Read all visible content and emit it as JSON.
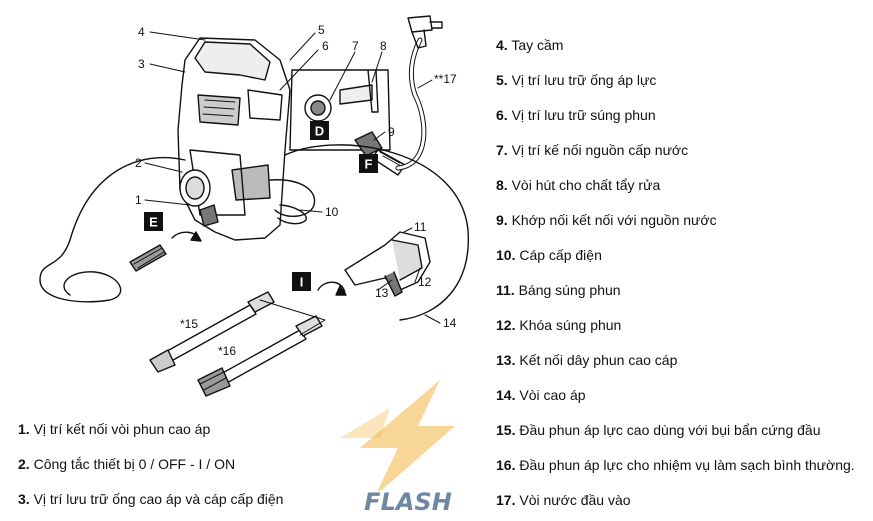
{
  "diagram": {
    "callouts": {
      "n1": "1",
      "n2": "2",
      "n3": "3",
      "n4": "4",
      "n5": "5",
      "n6": "6",
      "n7": "7",
      "n8": "8",
      "n9": "9",
      "n10": "10",
      "n11": "11",
      "n12": "12",
      "n13": "13",
      "n14": "14",
      "n15": "*15",
      "n16": "*16",
      "n17": "**17"
    },
    "steps": {
      "D": "D",
      "E": "E",
      "F": "F",
      "I": "I"
    }
  },
  "legend_right": [
    {
      "num": "4.",
      "text": "Tay cầm"
    },
    {
      "num": "5.",
      "text": "Vị trí lưu trữ ống áp lực"
    },
    {
      "num": "6.",
      "text": "Vị trí lưu trữ súng phun"
    },
    {
      "num": "7.",
      "text": "Vị trí kế nối nguồn cấp nước"
    },
    {
      "num": "8.",
      "text": "Vòi hút cho chất tẩy rửa"
    },
    {
      "num": "9.",
      "text": "Khớp nối kết nối với nguồn nước"
    },
    {
      "num": "10.",
      "text": "Cáp cấp điện"
    },
    {
      "num": "11.",
      "text": "Báng súng phun"
    },
    {
      "num": "12.",
      "text": "Khóa súng phun"
    },
    {
      "num": "13.",
      "text": "Kết nối dây phun cao cáp"
    },
    {
      "num": "14.",
      "text": "Vòi cao áp"
    },
    {
      "num": "15.",
      "text": "Đầu phun áp lực cao dùng với bụi bẩn cứng đầu"
    },
    {
      "num": "16.",
      "text": "Đầu phun áp lực cho nhiệm vụ làm sạch bình thường."
    },
    {
      "num": "17.",
      "text": "Vòi nước đầu vào"
    }
  ],
  "legend_bottom": [
    {
      "num": "1.",
      "text": "Vị trí kết nối vòi phun cao áp"
    },
    {
      "num": "2.",
      "text": "Công tắc thiết bị 0 / OFF - I / ON"
    },
    {
      "num": "3.",
      "text": "Vị trí lưu trữ ống cao áp và cáp cấp điện"
    }
  ],
  "watermark": {
    "text": "FLASH",
    "colors": {
      "bolt": "#f2b544",
      "text": "#4b6a8c"
    }
  }
}
